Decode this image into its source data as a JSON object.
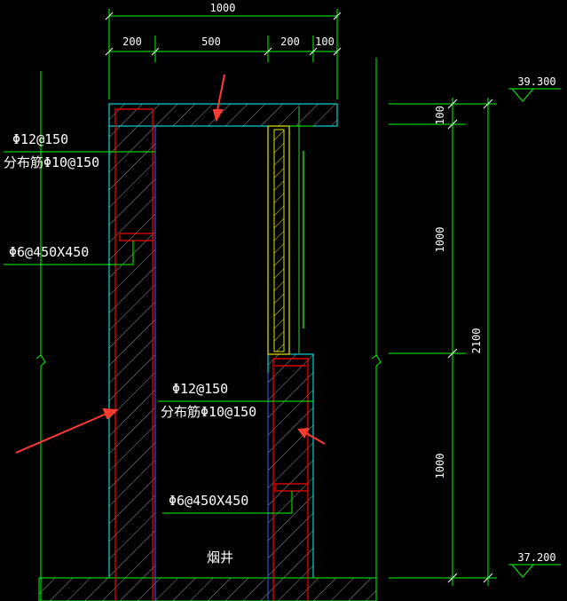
{
  "drawing": {
    "top_dims": {
      "total": "1000",
      "seg1": "200",
      "seg2": "500",
      "seg3": "200",
      "seg4": "100"
    },
    "right_dims": {
      "top": "100",
      "upper": "1000",
      "lower": "1000",
      "total": "2100"
    },
    "elevations": {
      "top": "39.300",
      "bottom": "37.200"
    },
    "labels": {
      "left_rebar_main": "Φ12@150",
      "left_rebar_dist": "分布筋Φ10@150",
      "left_tie": "Φ6@450X450",
      "right_rebar_main": "Φ12@150",
      "right_rebar_dist": "分布筋Φ10@150",
      "right_tie": "Φ6@450X450",
      "shaft_name": "烟井"
    },
    "colors": {
      "background": "#000000",
      "dimension_lines": "#00ff00",
      "text": "#ffffff",
      "concrete_outline": "#00ffff",
      "rebar": "#ff0000",
      "window_frame": "#ffff00",
      "annotation_arrow": "#ff3b30",
      "blue_line": "#3b5bff"
    }
  }
}
